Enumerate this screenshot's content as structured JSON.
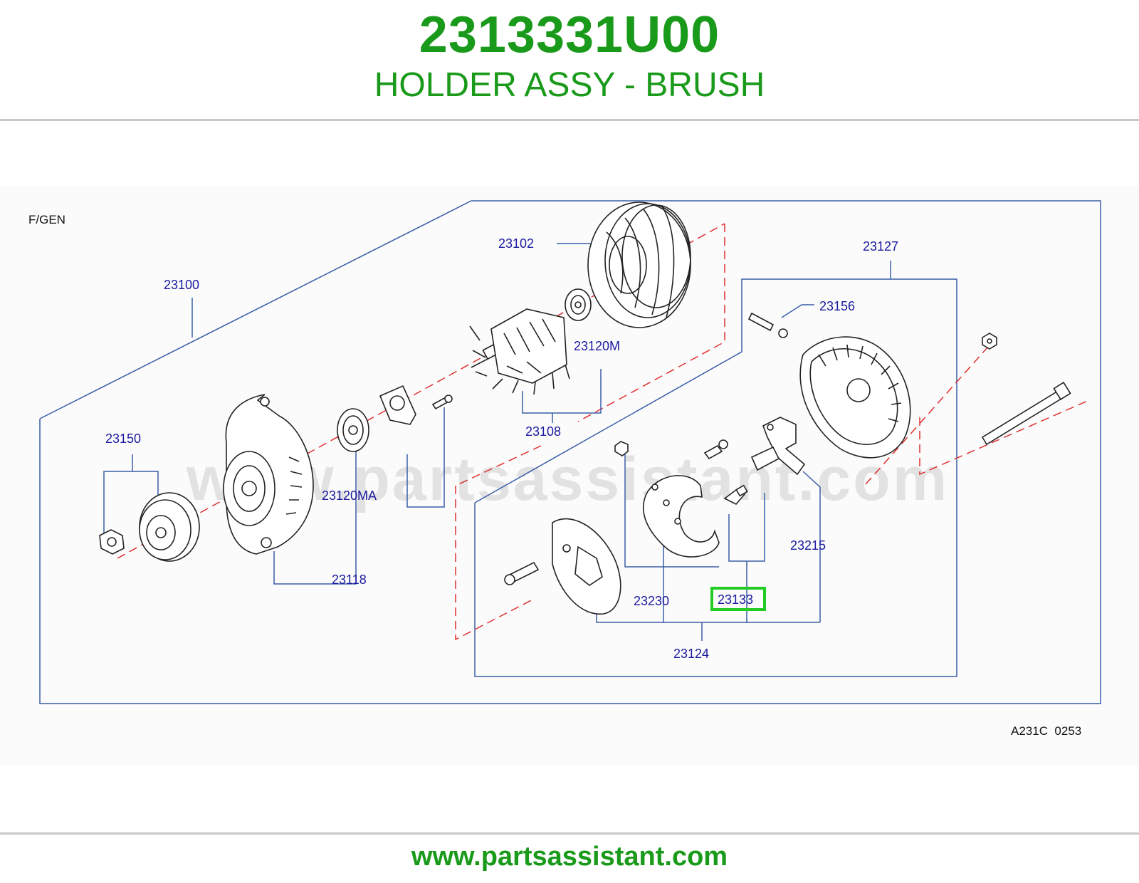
{
  "header": {
    "part_number": "2313331U00",
    "part_name": "HOLDER ASSY - BRUSH"
  },
  "diagram": {
    "section_label": "F/GEN",
    "reference_code": "A231C  0253",
    "watermark": "www.partsassistant.com",
    "highlighted_callout": "23133",
    "callouts": {
      "c23100": "23100",
      "c23102": "23102",
      "c23127": "23127",
      "c23156": "23156",
      "c23120M": "23120M",
      "c23108": "23108",
      "c23150": "23150",
      "c23120MA": "23120MA",
      "c23118": "23118",
      "c23215": "23215",
      "c23133": "23133",
      "c23230": "23230",
      "c23124": "23124"
    }
  },
  "footer": {
    "url": "www.partsassistant.com"
  },
  "colors": {
    "brand_green": "#1a9a1a",
    "callout_blue": "#1a1aa0",
    "leader_blue": "#3a5ea8",
    "centerline_red": "#e03030",
    "highlight_green": "#22cc22"
  }
}
